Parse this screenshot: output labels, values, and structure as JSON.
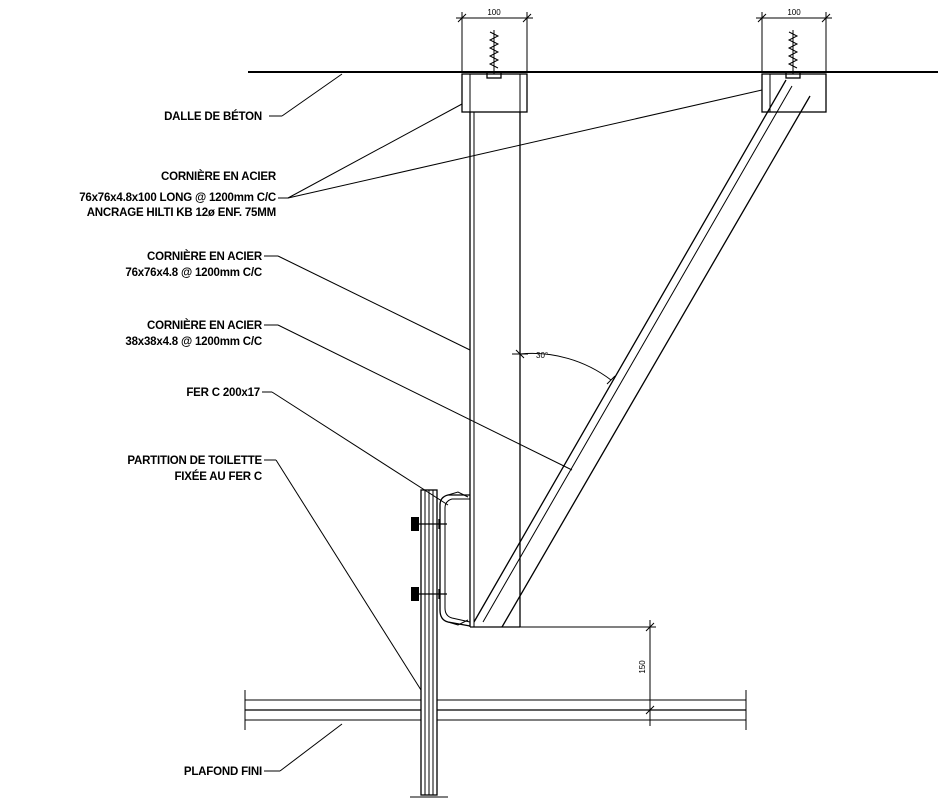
{
  "labels": {
    "slab": "DALLE DE BÉTON",
    "angle_top_1": "CORNIÈRE EN ACIER",
    "angle_top_2": "76x76x4.8x100 LONG @ 1200mm C/C",
    "angle_top_3": "ANCRAGE HILTI KB 12ø ENF. 75MM",
    "angle_vert_1": "CORNIÈRE EN ACIER",
    "angle_vert_2": "76x76x4.8 @ 1200mm C/C",
    "angle_brace_1": "CORNIÈRE EN ACIER",
    "angle_brace_2": "38x38x4.8 @ 1200mm C/C",
    "channel": "FER C 200x17",
    "partition_1": "PARTITION DE TOILETTE",
    "partition_2": "FIXÉE AU FER C",
    "ceiling": "PLAFOND FINI"
  },
  "dimensions": {
    "left_anchor_width": "100",
    "right_anchor_width": "100",
    "ceiling_gap": "150",
    "brace_angle": "30°"
  }
}
